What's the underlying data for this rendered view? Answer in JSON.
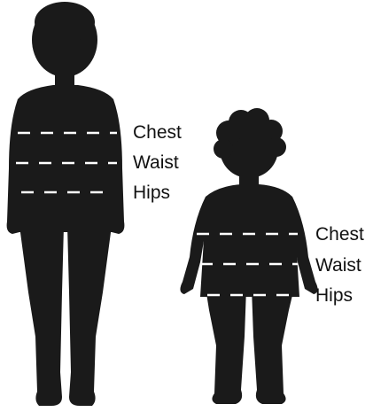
{
  "colors": {
    "silhouette": "#1a1a1a",
    "dash": "#ffffff",
    "text": "#111111",
    "background": "#ffffff"
  },
  "older_child": {
    "labels": {
      "chest": "Chest",
      "waist": "Waist",
      "hips": "Hips"
    }
  },
  "toddler": {
    "labels": {
      "chest": "Chest",
      "waist": "Waist",
      "hips": "Hips"
    }
  }
}
